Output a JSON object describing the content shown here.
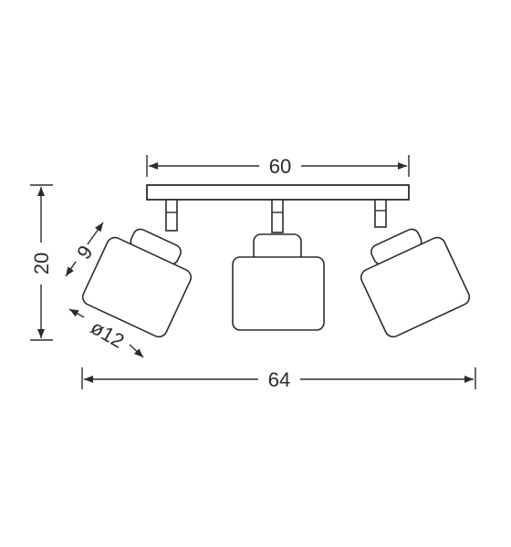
{
  "dimensions": {
    "bar_length": "60",
    "overall_width": "64",
    "height": "20",
    "shade_depth": "9",
    "shade_diameter": "ø12"
  },
  "colors": {
    "stroke": "#2b2b2b",
    "background": "#ffffff"
  }
}
